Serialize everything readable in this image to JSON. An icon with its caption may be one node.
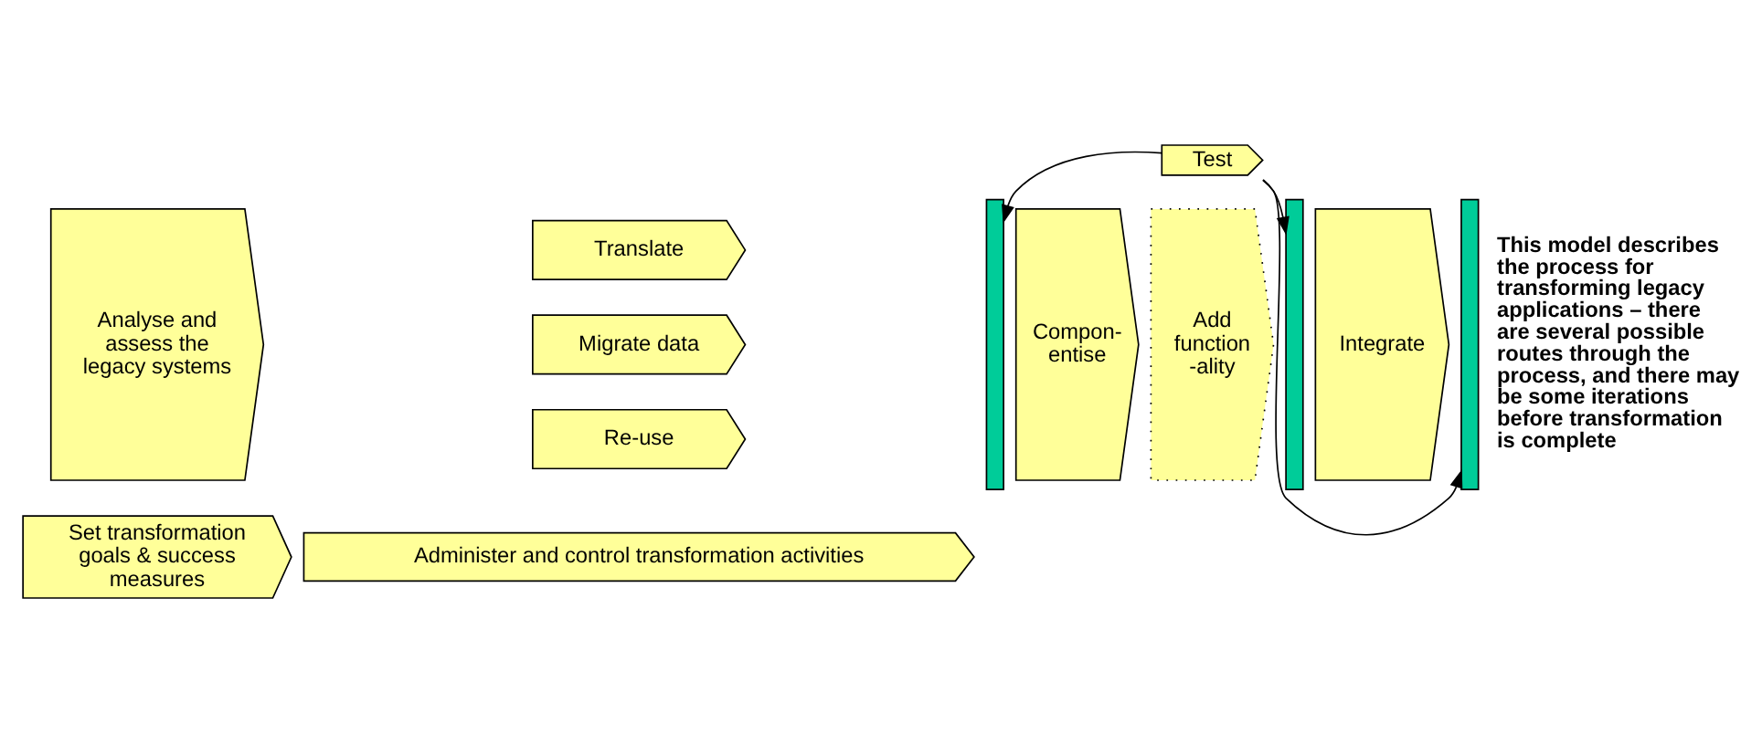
{
  "diagram": {
    "nodes": [
      {
        "text": [
          "Test"
        ]
      },
      {
        "text": [
          "Analyse and assess the legacy systems"
        ]
      },
      {
        "text": [
          "Translate"
        ]
      },
      {
        "text": [
          "Migrate data"
        ]
      },
      {
        "text": [
          "Re-use"
        ]
      },
      {
        "text": [],
        "shape": "bar"
      },
      {
        "text": [
          "Compon- entise"
        ]
      },
      {
        "text": [
          "Add function -ality"
        ]
      },
      {
        "text": [],
        "shape": "bar"
      },
      {
        "text": [
          "Integrate"
        ]
      },
      {
        "text": [],
        "shape": "bar"
      },
      {
        "text": [
          "Set transformation goals & success measures"
        ]
      },
      {
        "text": [
          "Administer and control transformation activities"
        ]
      }
    ],
    "edges": [
      {
        "from": 0,
        "to": 5,
        "arrow": "to"
      },
      {
        "from": 0,
        "to": 8,
        "arrow": "to"
      },
      {
        "from": 0,
        "to": 10,
        "arrow": "to"
      }
    ],
    "labels": [
      "This model describes the process for transforming legacy applications – there are several possible routes through the process, and there may be some iterations before transformation is complete"
    ]
  }
}
